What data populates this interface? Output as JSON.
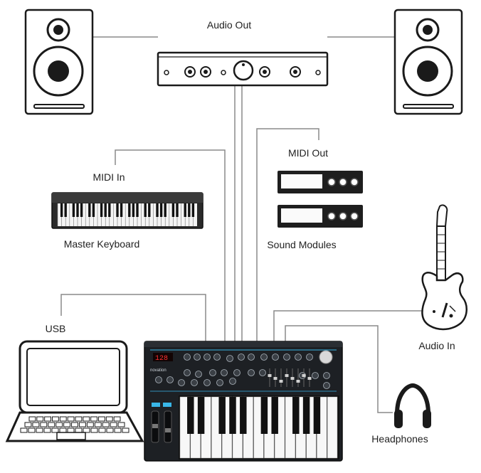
{
  "labels": {
    "audio_out": "Audio Out",
    "midi_in": "MIDI In",
    "midi_out": "MIDI Out",
    "master_keyboard": "Master Keyboard",
    "sound_modules": "Sound Modules",
    "usb": "USB",
    "audio_in": "Audio In",
    "headphones": "Headphones"
  },
  "devices": {
    "synth_brand": "novation",
    "synth_display": "128"
  },
  "icons": {
    "speaker_left": "speaker-icon",
    "speaker_right": "speaker-icon",
    "amplifier": "amplifier-icon",
    "master_keyboard": "piano-keyboard-icon",
    "sound_module": "rack-module-icon",
    "laptop": "laptop-icon",
    "guitar": "electric-guitar-icon",
    "headphones": "headphones-icon",
    "synth": "synthesizer-icon"
  },
  "colors": {
    "outline": "#1a1a1a",
    "wire": "#8a8a8a",
    "synth_body": "#1d2024",
    "synth_accent": "#39b7e8",
    "display_red": "#ff3030"
  }
}
